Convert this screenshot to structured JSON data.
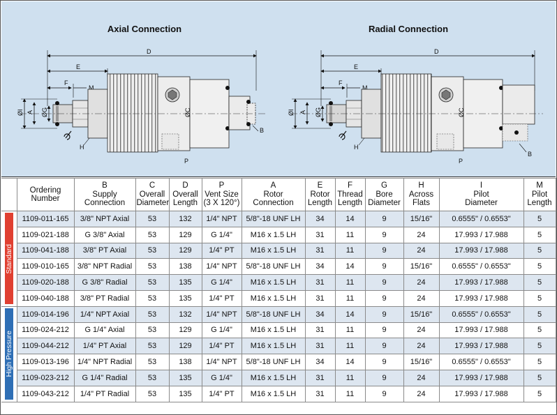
{
  "drawing": {
    "axial_title": "Axial Connection",
    "radial_title": "Radial Connection",
    "dim_labels": {
      "d": "D",
      "e": "E",
      "f": "F",
      "m": "M",
      "i": "ØI",
      "a": "A",
      "g": "ØG",
      "c": "ØC",
      "b": "B",
      "h": "H",
      "p": "P"
    }
  },
  "table": {
    "headers": [
      "Ordering\nNumber",
      "B\nSupply\nConnection",
      "C\nOverall\nDiameter",
      "D\nOverall\nLength",
      "P\nVent Size\n(3 X 120°)",
      "A\nRotor\nConnection",
      "E\nRotor\nLength",
      "F\nThread\nLength",
      "G\nBore\nDiameter",
      "H\nAcross\nFlats",
      "I\nPilot\nDiameter",
      "M\nPilot\nLength"
    ],
    "groups": [
      {
        "label": "Standard",
        "color": "#e04031",
        "rows": [
          [
            "1109-011-165",
            "3/8\" NPT Axial",
            "53",
            "132",
            "1/4\" NPT",
            "5/8\"-18 UNF LH",
            "34",
            "14",
            "9",
            "15/16\"",
            "0.6555\" / 0.6553\"",
            "5"
          ],
          [
            "1109-021-188",
            "G 3/8\" Axial",
            "53",
            "129",
            "G 1/4\"",
            "M16 x 1.5 LH",
            "31",
            "11",
            "9",
            "24",
            "17.993 / 17.988",
            "5"
          ],
          [
            "1109-041-188",
            "3/8\" PT Axial",
            "53",
            "129",
            "1/4\" PT",
            "M16 x 1.5 LH",
            "31",
            "11",
            "9",
            "24",
            "17.993 / 17.988",
            "5"
          ],
          [
            "1109-010-165",
            "3/8\" NPT Radial",
            "53",
            "138",
            "1/4\" NPT",
            "5/8\"-18 UNF LH",
            "34",
            "14",
            "9",
            "15/16\"",
            "0.6555\" / 0.6553\"",
            "5"
          ],
          [
            "1109-020-188",
            "G 3/8\" Radial",
            "53",
            "135",
            "G 1/4\"",
            "M16 x 1.5 LH",
            "31",
            "11",
            "9",
            "24",
            "17.993 / 17.988",
            "5"
          ],
          [
            "1109-040-188",
            "3/8\" PT Radial",
            "53",
            "135",
            "1/4\" PT",
            "M16 x 1.5 LH",
            "31",
            "11",
            "9",
            "24",
            "17.993 / 17.988",
            "5"
          ]
        ]
      },
      {
        "label": "High Pressure",
        "color": "#2f6fb5",
        "rows": [
          [
            "1109-014-196",
            "1/4\" NPT Axial",
            "53",
            "132",
            "1/4\" NPT",
            "5/8\"-18 UNF LH",
            "34",
            "14",
            "9",
            "15/16\"",
            "0.6555\" / 0.6553\"",
            "5"
          ],
          [
            "1109-024-212",
            "G 1/4\" Axial",
            "53",
            "129",
            "G 1/4\"",
            "M16 x 1.5 LH",
            "31",
            "11",
            "9",
            "24",
            "17.993 / 17.988",
            "5"
          ],
          [
            "1109-044-212",
            "1/4\" PT Axial",
            "53",
            "129",
            "1/4\" PT",
            "M16 x 1.5 LH",
            "31",
            "11",
            "9",
            "24",
            "17.993 / 17.988",
            "5"
          ],
          [
            "1109-013-196",
            "1/4\" NPT Radial",
            "53",
            "138",
            "1/4\" NPT",
            "5/8\"-18 UNF LH",
            "34",
            "14",
            "9",
            "15/16\"",
            "0.6555\" / 0.6553\"",
            "5"
          ],
          [
            "1109-023-212",
            "G 1/4\" Radial",
            "53",
            "135",
            "G 1/4\"",
            "M16 x 1.5 LH",
            "31",
            "11",
            "9",
            "24",
            "17.993 / 17.988",
            "5"
          ],
          [
            "1109-043-212",
            "1/4\" PT Radial",
            "53",
            "135",
            "1/4\" PT",
            "M16 x 1.5 LH",
            "31",
            "11",
            "9",
            "24",
            "17.993 / 17.988",
            "5"
          ]
        ]
      }
    ]
  }
}
